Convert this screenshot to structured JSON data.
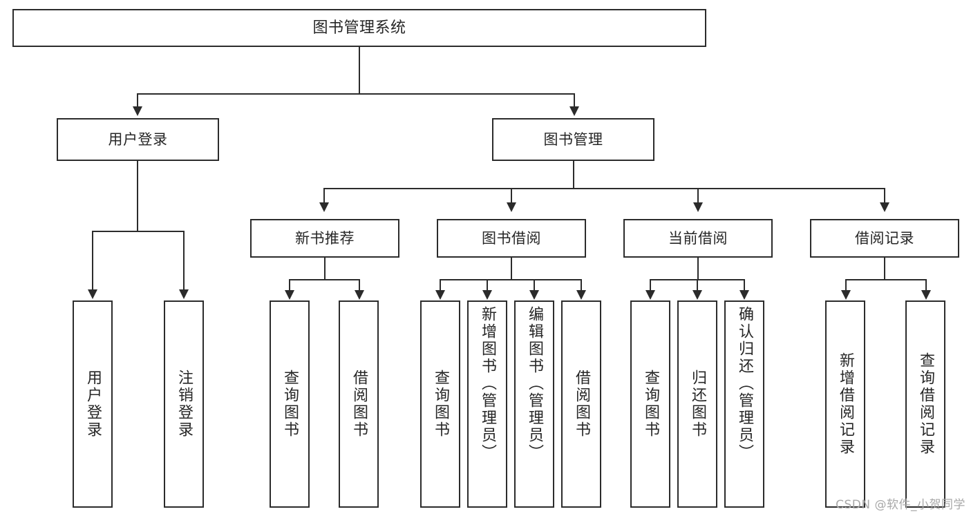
{
  "diagram": {
    "type": "tree-hierarchy-chart",
    "title": "图书管理系统",
    "orientation": "top-down",
    "colors": {
      "stroke": "#2b2b2b",
      "fill": "#ffffff",
      "text": "#262626",
      "watermark": "#a8a8a8"
    },
    "levels": {
      "root": "图书管理系统",
      "level1": [
        "用户登录",
        "图书管理"
      ],
      "level2": [
        "新书推荐",
        "图书借阅",
        "当前借阅",
        "借阅记录"
      ]
    },
    "nodes": {
      "root": {
        "label": "图书管理系统"
      },
      "user_login": {
        "label": "用户登录"
      },
      "book_manage": {
        "label": "图书管理"
      },
      "new_book_rec": {
        "label": "新书推荐"
      },
      "book_borrow": {
        "label": "图书借阅"
      },
      "current_borrow": {
        "label": "当前借阅"
      },
      "borrow_record": {
        "label": "借阅记录"
      }
    },
    "leaves": {
      "user_login": [
        {
          "label": "用户登录"
        },
        {
          "label": "注销登录"
        }
      ],
      "new_book_rec": [
        {
          "label": "查询图书"
        },
        {
          "label": "借阅图书"
        }
      ],
      "book_borrow": [
        {
          "label": "查询图书"
        },
        {
          "label": "新增图书（管理员）"
        },
        {
          "label": "编辑图书（管理员）"
        },
        {
          "label": "借阅图书"
        }
      ],
      "current_borrow": [
        {
          "label": "查询图书"
        },
        {
          "label": "归还图书"
        },
        {
          "label": "确认归还（管理员）"
        }
      ],
      "borrow_record": [
        {
          "label": "新增借阅记录"
        },
        {
          "label": "查询借阅记录"
        }
      ]
    }
  },
  "watermark": {
    "text": "CSDN @软件_小贺同学"
  }
}
